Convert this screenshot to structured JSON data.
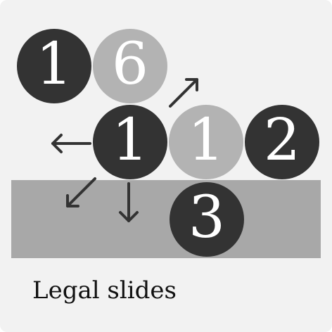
{
  "colors": {
    "background": "#f2f2f2",
    "band": "#a8a8a8",
    "dark_tile": "#333333",
    "light_tile": "#b3b3b3",
    "tile_text": "#ffffff",
    "arrow": "#333333"
  },
  "tiles": {
    "top_left": {
      "value": "1",
      "shade": "dark"
    },
    "top_second": {
      "value": "6",
      "shade": "light"
    },
    "selected": {
      "value": "1",
      "shade": "dark"
    },
    "middle_light": {
      "value": "1",
      "shade": "light"
    },
    "middle_right": {
      "value": "2",
      "shade": "dark"
    },
    "bottom": {
      "value": "3",
      "shade": "dark"
    }
  },
  "legal_slides": [
    "up-right",
    "left",
    "down-left",
    "down"
  ],
  "caption": "Legal slides"
}
